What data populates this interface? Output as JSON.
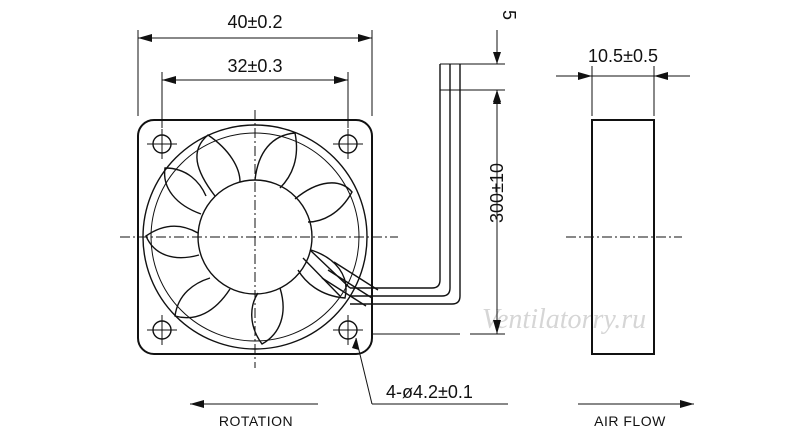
{
  "dimensions": {
    "frame_width": "40±0.2",
    "hole_spacing": "32±0.3",
    "lead_spacing": "5",
    "cable_length": "300±10",
    "thickness": "10.5±0.5",
    "holes": "4-ø4.2±0.1"
  },
  "labels": {
    "rotation": "ROTATION",
    "air_flow": "AIR FLOW"
  },
  "watermark": "Ventilatorry.ru",
  "colors": {
    "line": "#111111",
    "watermark": "#d6d6d6",
    "background": "#ffffff"
  }
}
